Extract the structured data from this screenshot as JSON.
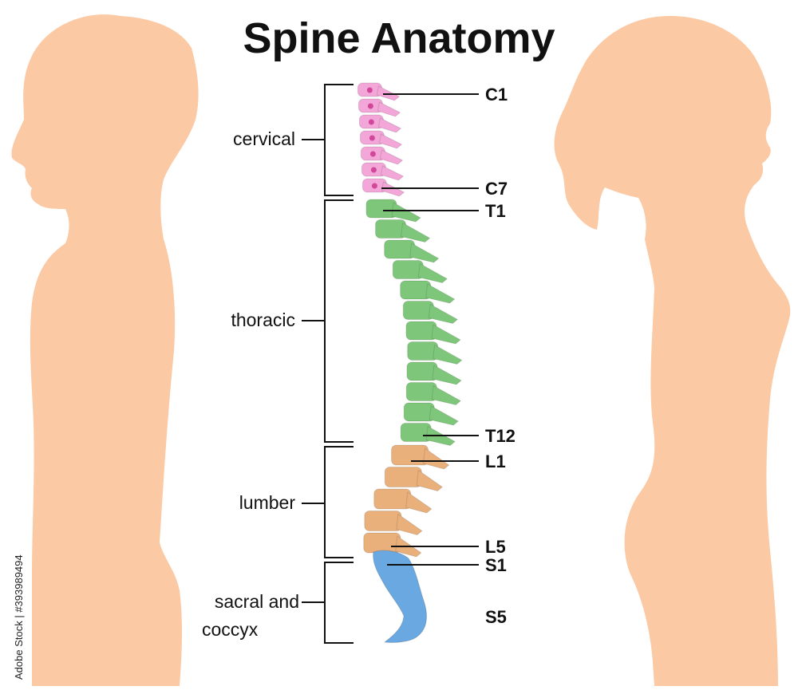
{
  "title": "Spine Anatomy",
  "regions": {
    "cervical": "cervical",
    "thoracic": "thoracic",
    "lumbar": "lumber",
    "sacral_line1": "sacral and",
    "sacral_line2": "coccyx"
  },
  "vertebra_labels": {
    "c1": "C1",
    "c7": "C7",
    "t1": "T1",
    "t12": "T12",
    "l1": "L1",
    "l5": "L5",
    "s1": "S1",
    "s5": "S5"
  },
  "watermark": "Adobe Stock | #393989494",
  "colors": {
    "skin": "#fbc9a3",
    "cervical": "#f3a6d8",
    "thoracic": "#7ec77a",
    "lumbar": "#e9b07c",
    "sacral": "#6aa8e2"
  }
}
